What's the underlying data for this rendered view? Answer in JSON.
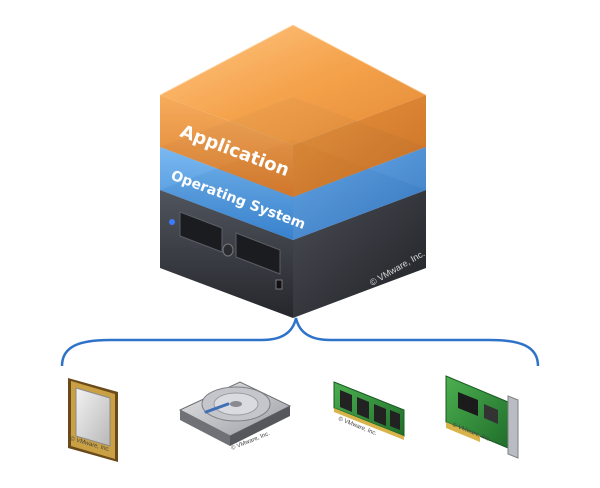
{
  "stack": {
    "application_label": "Application",
    "os_label": "Operating System",
    "server_copyright": "© VMware, Inc."
  },
  "hardware": {
    "cpu_copyright": "© VMware, Inc.",
    "disk_copyright": "© VMware, Inc.",
    "ram_copyright": "© VMware, Inc.",
    "nic_copyright": "© VMware, Inc."
  },
  "colors": {
    "application": "#f28a1e",
    "operating_system": "#3f8fd8",
    "server": "#3a3d44",
    "brace": "#2f73c9"
  }
}
